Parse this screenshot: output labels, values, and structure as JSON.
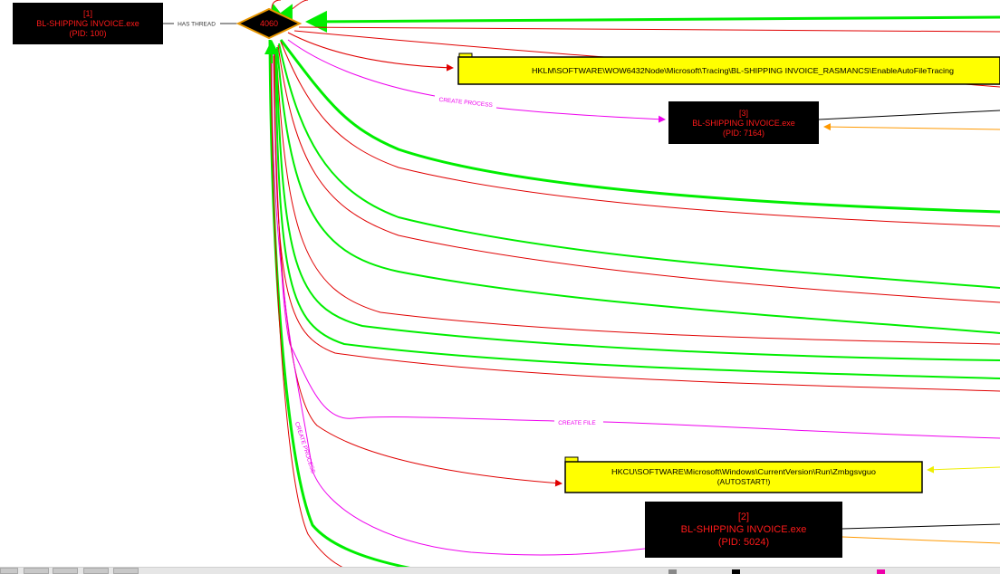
{
  "nodes": {
    "proc1": {
      "id_label": "[1]",
      "name": "BL-SHIPPING INVOICE.exe",
      "pid": "(PID: 100)"
    },
    "proc2": {
      "id_label": "[2]",
      "name": "BL-SHIPPING INVOICE.exe",
      "pid": "(PID: 5024)"
    },
    "proc3": {
      "id_label": "[3]",
      "name": "BL-SHIPPING INVOICE.exe",
      "pid": "(PID: 7164)"
    },
    "thread": {
      "label": "4060"
    },
    "reg1": {
      "path": "HKLM\\SOFTWARE\\WOW6432Node\\Microsoft\\Tracing\\BL-SHIPPING INVOICE_RASMANCS\\EnableAutoFileTracing"
    },
    "reg2": {
      "path": "HKCU\\SOFTWARE\\Microsoft\\Windows\\CurrentVersion\\Run\\Zmbgsvguo",
      "note": "(AUTOSTART!)"
    }
  },
  "edges": {
    "has_thread": "HAS THREAD",
    "create_process_1": "CREATE PROCESS",
    "create_process_2": "CREATE PROCESS",
    "create_file": "CREATE FILE"
  },
  "colors": {
    "process_bg": "#000000",
    "process_text": "#ff1a1a",
    "registry_bg": "#ffff00",
    "thread_fill": "#000000",
    "thread_border": "#e69500",
    "edge_red": "#e00000",
    "edge_green": "#00ee00",
    "edge_magenta": "#ee00ee",
    "edge_orange": "#ff9900",
    "edge_yellow": "#eeee00",
    "edge_black": "#000000"
  }
}
